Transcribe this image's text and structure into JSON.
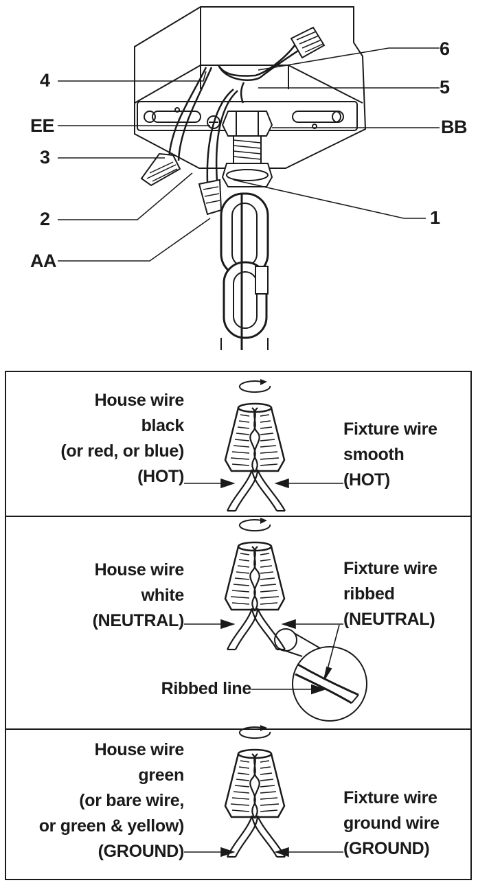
{
  "callouts": {
    "l6": "6",
    "l4": "4",
    "l5": "5",
    "lEE": "EE",
    "lBB": "BB",
    "l3": "3",
    "l1": "1",
    "l2": "2",
    "lAA": "AA"
  },
  "panels": [
    {
      "house": [
        "House wire",
        "black",
        "(or red, or blue)",
        "(HOT)"
      ],
      "fixture": [
        "Fixture wire",
        "smooth",
        "(HOT)"
      ]
    },
    {
      "house": [
        "House wire",
        "white",
        "(NEUTRAL)"
      ],
      "fixture": [
        "Fixture wire",
        "ribbed",
        "(NEUTRAL)"
      ],
      "detail": "Ribbed line"
    },
    {
      "house": [
        "House wire",
        "green",
        "(or bare wire,",
        "or green & yellow)",
        "(GROUND)"
      ],
      "fixture": [
        "Fixture wire",
        "ground wire",
        "(GROUND)"
      ]
    }
  ]
}
